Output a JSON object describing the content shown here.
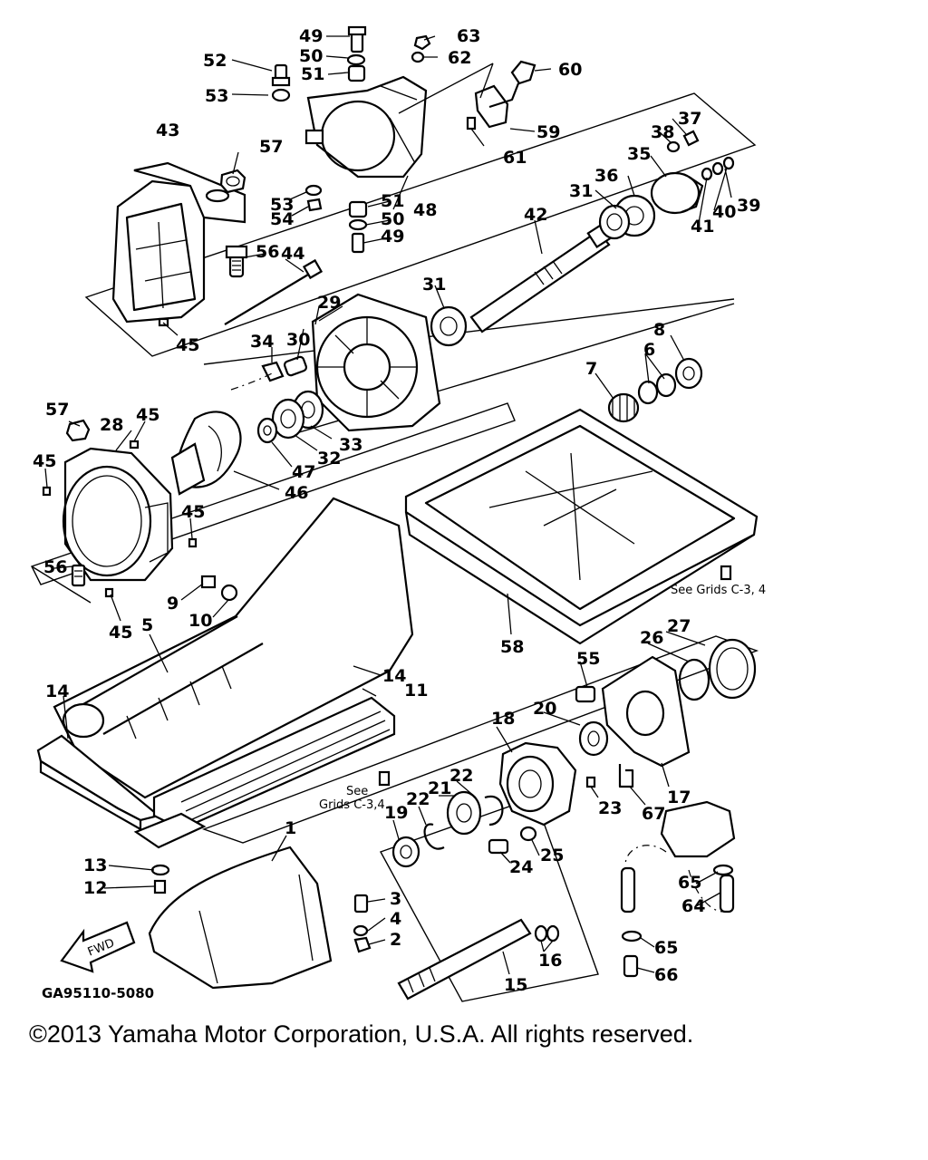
{
  "diagram": {
    "callouts": [
      {
        "id": "c49a",
        "text": "49"
      },
      {
        "id": "c63",
        "text": "63"
      },
      {
        "id": "c52",
        "text": "52"
      },
      {
        "id": "c50a",
        "text": "50"
      },
      {
        "id": "c62",
        "text": "62"
      },
      {
        "id": "c51a",
        "text": "51"
      },
      {
        "id": "c60",
        "text": "60"
      },
      {
        "id": "c53a",
        "text": "53"
      },
      {
        "id": "c43",
        "text": "43"
      },
      {
        "id": "c59",
        "text": "59"
      },
      {
        "id": "c37",
        "text": "37"
      },
      {
        "id": "c38",
        "text": "38"
      },
      {
        "id": "c57a",
        "text": "57"
      },
      {
        "id": "c61",
        "text": "61"
      },
      {
        "id": "c35",
        "text": "35"
      },
      {
        "id": "c36",
        "text": "36"
      },
      {
        "id": "c31a",
        "text": "31"
      },
      {
        "id": "c39",
        "text": "39"
      },
      {
        "id": "c53b",
        "text": "53"
      },
      {
        "id": "c51b",
        "text": "51"
      },
      {
        "id": "c48",
        "text": "48"
      },
      {
        "id": "c40",
        "text": "40"
      },
      {
        "id": "c41",
        "text": "41"
      },
      {
        "id": "c54",
        "text": "54"
      },
      {
        "id": "c50b",
        "text": "50"
      },
      {
        "id": "c42",
        "text": "42"
      },
      {
        "id": "c49b",
        "text": "49"
      },
      {
        "id": "c56a",
        "text": "56"
      },
      {
        "id": "c44",
        "text": "44"
      },
      {
        "id": "c31b",
        "text": "31"
      },
      {
        "id": "c29",
        "text": "29"
      },
      {
        "id": "c34",
        "text": "34"
      },
      {
        "id": "c30",
        "text": "30"
      },
      {
        "id": "c8",
        "text": "8"
      },
      {
        "id": "c45a",
        "text": "45"
      },
      {
        "id": "c6",
        "text": "6"
      },
      {
        "id": "c7",
        "text": "7"
      },
      {
        "id": "c57b",
        "text": "57"
      },
      {
        "id": "c45b",
        "text": "45"
      },
      {
        "id": "c28",
        "text": "28"
      },
      {
        "id": "c33",
        "text": "33"
      },
      {
        "id": "c32",
        "text": "32"
      },
      {
        "id": "c47",
        "text": "47"
      },
      {
        "id": "c45c",
        "text": "45"
      },
      {
        "id": "c46",
        "text": "46"
      },
      {
        "id": "c45d",
        "text": "45"
      },
      {
        "id": "c56b",
        "text": "56"
      },
      {
        "id": "c9",
        "text": "9"
      },
      {
        "id": "c10",
        "text": "10"
      },
      {
        "id": "c45e",
        "text": "45"
      },
      {
        "id": "c5",
        "text": "5"
      },
      {
        "id": "c27",
        "text": "27"
      },
      {
        "id": "c26",
        "text": "26"
      },
      {
        "id": "c58",
        "text": "58"
      },
      {
        "id": "c55",
        "text": "55"
      },
      {
        "id": "c14a",
        "text": "14"
      },
      {
        "id": "c14b",
        "text": "14"
      },
      {
        "id": "c11",
        "text": "11"
      },
      {
        "id": "c18",
        "text": "18"
      },
      {
        "id": "c20",
        "text": "20"
      },
      {
        "id": "c22a",
        "text": "22"
      },
      {
        "id": "c21",
        "text": "21"
      },
      {
        "id": "c22b",
        "text": "22"
      },
      {
        "id": "c19",
        "text": "19"
      },
      {
        "id": "c23",
        "text": "23"
      },
      {
        "id": "c67",
        "text": "67"
      },
      {
        "id": "c17",
        "text": "17"
      },
      {
        "id": "c25",
        "text": "25"
      },
      {
        "id": "c24",
        "text": "24"
      },
      {
        "id": "c13",
        "text": "13"
      },
      {
        "id": "c12",
        "text": "12"
      },
      {
        "id": "c1",
        "text": "1"
      },
      {
        "id": "c3",
        "text": "3"
      },
      {
        "id": "c4",
        "text": "4"
      },
      {
        "id": "c2",
        "text": "2"
      },
      {
        "id": "c65a",
        "text": "65"
      },
      {
        "id": "c64",
        "text": "64"
      },
      {
        "id": "c16",
        "text": "16"
      },
      {
        "id": "c65b",
        "text": "65"
      },
      {
        "id": "c15",
        "text": "15"
      },
      {
        "id": "c66",
        "text": "66"
      }
    ],
    "notes": {
      "see_grids_right": "See Grids C-3, 4",
      "see_grids_left_line1": "See",
      "see_grids_left_line2": "Grids C-3,4"
    },
    "fwd_arrow": "FWD",
    "drawing_code": "GA95110-5080",
    "copyright": "©2013 Yamaha Motor Corporation, U.S.A. All rights reserved."
  }
}
